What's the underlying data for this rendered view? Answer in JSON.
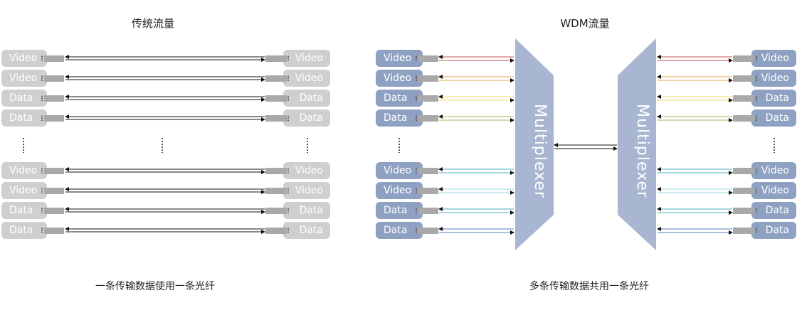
{
  "titles": {
    "left": "传统流量",
    "right": "WDM流量"
  },
  "captions": {
    "left": "一条传输数据使用一条光纤",
    "right": "多条传输数据共用一条光纤"
  },
  "multiplexer_label": "Multiplexer",
  "left_rows_top": [
    "Video",
    "Video",
    "Data",
    "Data"
  ],
  "left_rows_bottom": [
    "Video",
    "Video",
    "Data",
    "Data"
  ],
  "right_rows_top": [
    "Video",
    "Video",
    "Data",
    "Data"
  ],
  "right_rows_bottom": [
    "Video",
    "Video",
    "Data",
    "Data"
  ],
  "colors": {
    "gray_box": "#cfcfcf",
    "blue_box": "#8fa1c2",
    "multiplexer": "#a8b6d2",
    "wavelengths": [
      "#c0504d",
      "#e3a550",
      "#efd96a",
      "#9bbb59",
      "#4bacc6",
      "#9bd8e3",
      "#4bacc6",
      "#4f81bd"
    ]
  }
}
